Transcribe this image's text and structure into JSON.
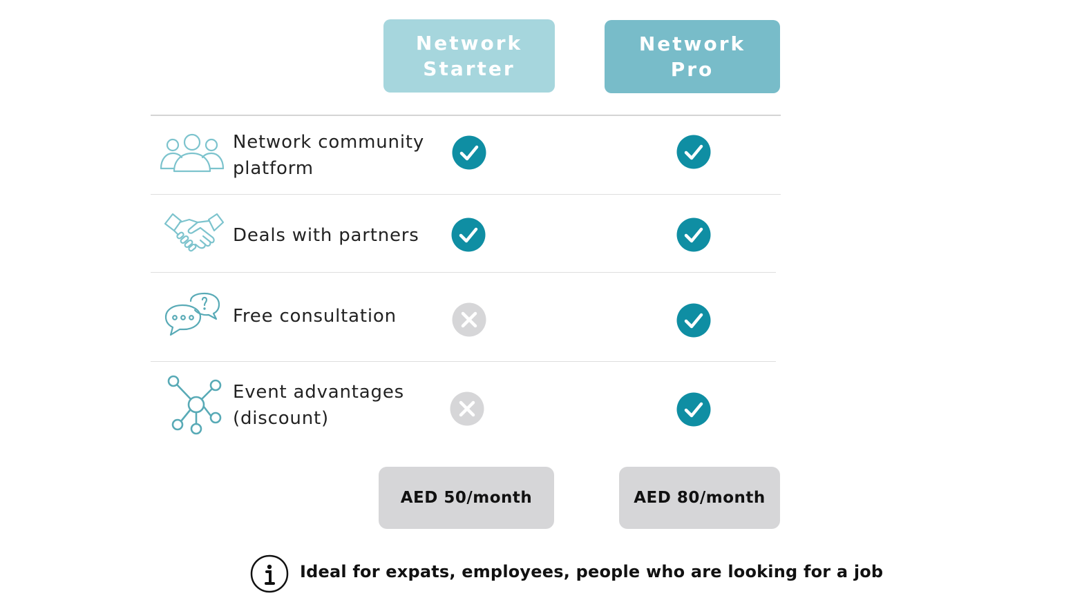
{
  "plans": [
    {
      "line1": "Network",
      "line2": "Starter"
    },
    {
      "line1": "Network",
      "line2": "Pro"
    }
  ],
  "features": [
    {
      "label_line1": "Network community",
      "label_line2": "platform",
      "icon": "people-group-icon",
      "starter_included": true,
      "pro_included": true
    },
    {
      "label_line1": "Deals with partners",
      "label_line2": "",
      "icon": "handshake-icon",
      "starter_included": true,
      "pro_included": true
    },
    {
      "label_line1": "Free consultation",
      "label_line2": "",
      "icon": "chat-question-icon",
      "starter_included": false,
      "pro_included": true
    },
    {
      "label_line1": "Event advantages",
      "label_line2": "(discount)",
      "icon": "network-nodes-icon",
      "starter_included": false,
      "pro_included": true
    }
  ],
  "prices": {
    "starter": "AED 50/month",
    "pro": "AED 80/month"
  },
  "note": {
    "icon": "info-icon",
    "text": "Ideal for expats, employees, people who are looking for a job"
  },
  "colors": {
    "starter_header": "#a6d6dd",
    "pro_header": "#78bcc9",
    "check": "#0f8ea3",
    "cross": "#d6d6d8",
    "icon_stroke": "#7cc3cd",
    "price_bg": "#d6d6d8"
  }
}
